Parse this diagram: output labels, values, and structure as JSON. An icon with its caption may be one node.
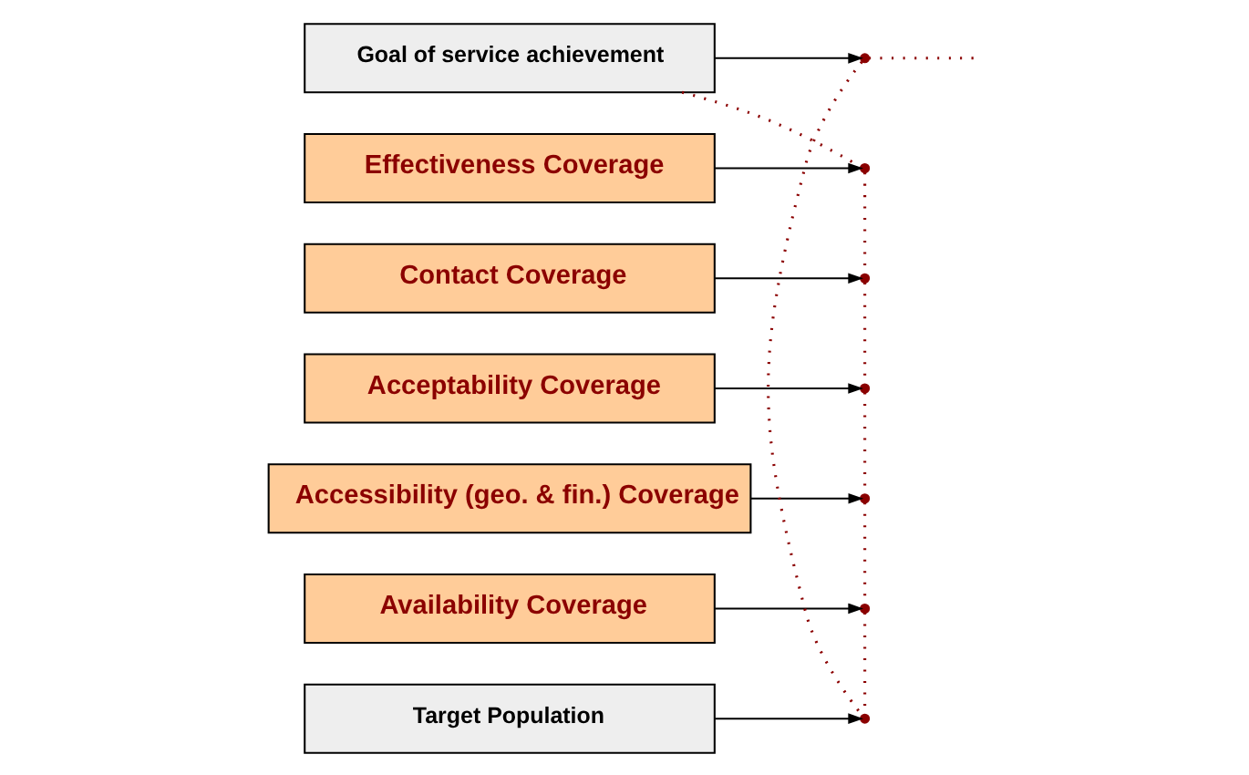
{
  "diagram": {
    "nodes": [
      {
        "text": [
          "Goal of service achievement"
        ]
      },
      {
        "text": [
          "Effectiveness Coverage"
        ]
      },
      {
        "text": [
          "Contact Coverage"
        ]
      },
      {
        "text": [
          "Acceptability Coverage"
        ]
      },
      {
        "text": [
          "Accessibility (geo. & fin.) Coverage"
        ]
      },
      {
        "text": [
          "Availability Coverage"
        ]
      },
      {
        "text": [
          "Target Population"
        ]
      },
      {
        "text": [],
        "shape": "point"
      },
      {
        "text": [],
        "shape": "point"
      },
      {
        "text": [],
        "shape": "point"
      },
      {
        "text": [],
        "shape": "point"
      },
      {
        "text": [],
        "shape": "point"
      },
      {
        "text": [],
        "shape": "point"
      },
      {
        "text": [],
        "shape": "point"
      }
    ],
    "edges": [
      {
        "from": 0,
        "to": 7,
        "arrow": "to",
        "color": "#000000"
      },
      {
        "from": 1,
        "to": 8,
        "arrow": "to",
        "color": "#000000"
      },
      {
        "from": 2,
        "to": 9,
        "arrow": "to",
        "color": "#000000"
      },
      {
        "from": 3,
        "to": 10,
        "arrow": "to",
        "color": "#000000"
      },
      {
        "from": 4,
        "to": 11,
        "arrow": "to",
        "color": "#000000"
      },
      {
        "from": 5,
        "to": 12,
        "arrow": "to",
        "color": "#000000"
      },
      {
        "from": 6,
        "to": 13,
        "arrow": "to",
        "color": "#000000"
      },
      {
        "from": 7,
        "to": null,
        "arrow": "none",
        "style": "dashed",
        "color": "#8b0000"
      },
      {
        "from": 7,
        "to": 13,
        "arrow": "none",
        "style": "dashed",
        "color": "#8b0000"
      },
      {
        "from": 0,
        "to": 8,
        "arrow": "none",
        "style": "dashed",
        "color": "#8b0000"
      },
      {
        "from": 8,
        "to": 9,
        "arrow": "none",
        "style": "dashed",
        "color": "#8b0000"
      },
      {
        "from": 9,
        "to": 10,
        "arrow": "none",
        "style": "dashed",
        "color": "#8b0000"
      },
      {
        "from": 10,
        "to": 11,
        "arrow": "none",
        "style": "dashed",
        "color": "#8b0000"
      },
      {
        "from": 11,
        "to": 12,
        "arrow": "none",
        "style": "dashed",
        "color": "#8b0000"
      },
      {
        "from": 12,
        "to": 13,
        "arrow": "none",
        "style": "dashed",
        "color": "#8b0000"
      }
    ]
  }
}
